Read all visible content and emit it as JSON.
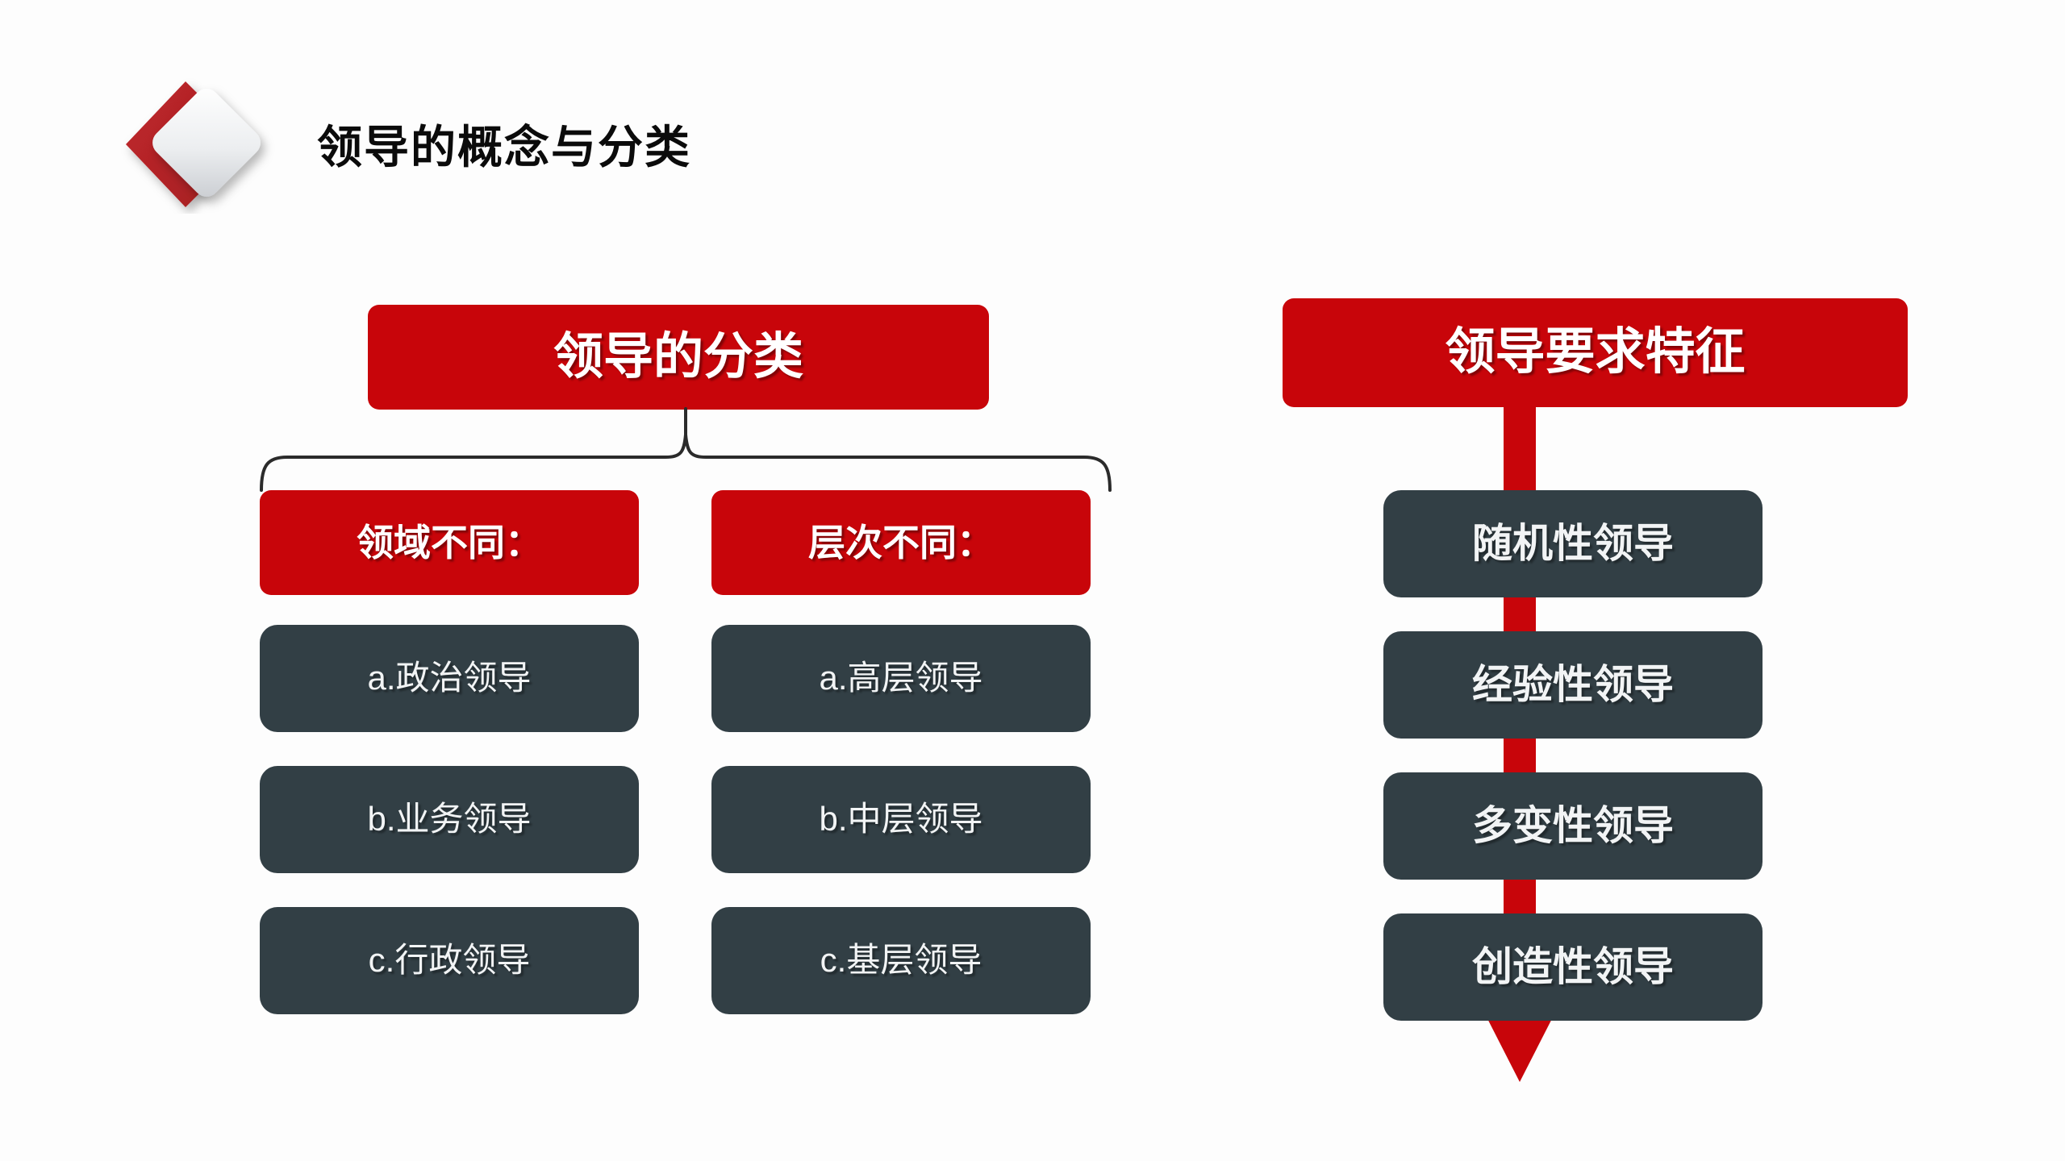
{
  "slide": {
    "background_color": "#fdfdfd",
    "accent_red": "#c8050a",
    "accent_dark": "#323f45",
    "title": "领导的概念与分类",
    "logo_name": "chevron-diamond-logo"
  },
  "left_panel": {
    "banner": "领导的分类",
    "groups": [
      {
        "header": "领域不同：",
        "items": [
          "a.政治领导",
          "b.业务领导",
          "c.行政领导"
        ]
      },
      {
        "header": "层次不同：",
        "items": [
          "a.高层领导",
          "b.中层领导",
          "c.基层领导"
        ]
      }
    ]
  },
  "right_panel": {
    "banner": "领导要求特征",
    "items": [
      "随机性领导",
      "经验性领导",
      "多变性领导",
      "创造性领导"
    ]
  }
}
